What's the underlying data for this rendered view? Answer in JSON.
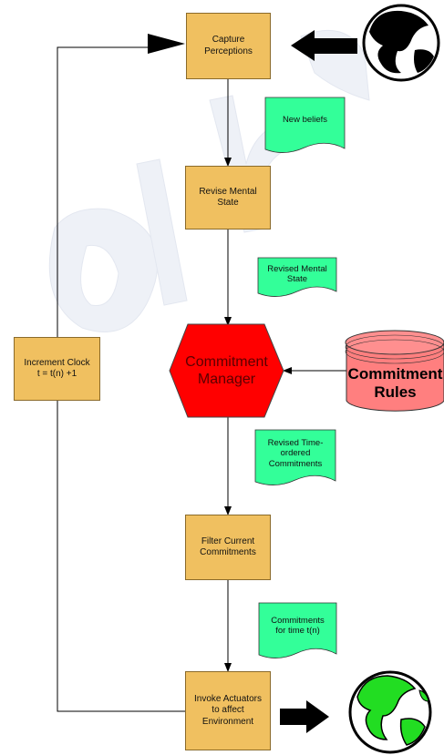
{
  "nodes": {
    "capture": "Capture\nPerceptions",
    "revise": "Revise Mental\nState",
    "filter": "Filter Current\nCommitments",
    "invoke": "Invoke Actuators\nto affect\nEnvironment",
    "clock": "Increment Clock\nt = t(n) +1",
    "manager": "Commitment\nManager",
    "rules": "Commitment\nRules"
  },
  "documents": {
    "new_beliefs": "New beliefs",
    "revised_state": "Revised Mental\nState",
    "revised_commitments": "Revised Time-\nordered\nCommitments",
    "commitments_time": "Commitments\nfor time t(n)"
  },
  "colors": {
    "process_fill": "#f0c060",
    "document_fill": "#33ff99",
    "manager_fill": "#ff0000",
    "rules_fill": "#ff7f7f",
    "globe_land_top": "#000000",
    "globe_land_bottom": "#22dd22"
  },
  "icons": {
    "top_globe": "globe-icon",
    "bottom_globe": "globe-icon"
  }
}
